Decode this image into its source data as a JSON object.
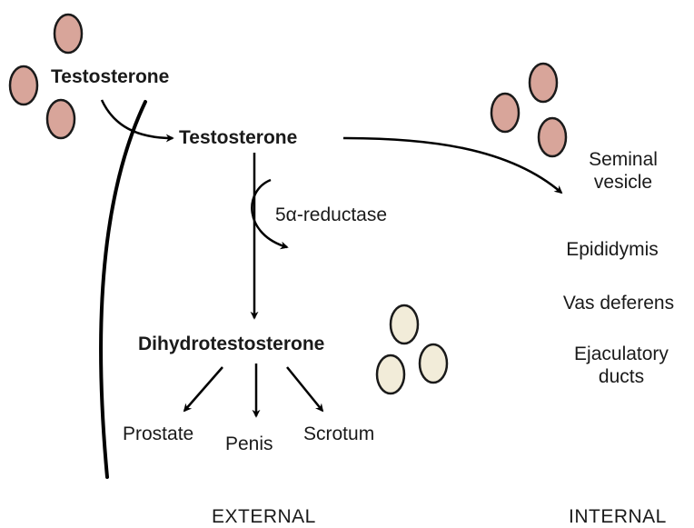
{
  "labels": {
    "testosterone_outside": "Testosterone",
    "testosterone_inside": "Testosterone",
    "enzyme": "5α-reductase",
    "dht": "Dihydrotestosterone",
    "external_targets": [
      "Prostate",
      "Penis",
      "Scrotum"
    ],
    "internal_targets": {
      "seminal_line1": "Seminal",
      "seminal_line2": "vesicle",
      "epididymis": "Epididymis",
      "vas_deferens": "Vas deferens",
      "ejaculatory_line1": "Ejaculatory",
      "ejaculatory_line2": "ducts"
    },
    "external_heading": "EXTERNAL",
    "internal_heading": "INTERNAL"
  },
  "colors": {
    "testosterone_molecule_fill": "#d8a59a",
    "dht_molecule_fill": "#f2ecd9",
    "molecule_stroke": "#1a1a1a",
    "line": "#000000",
    "text": "#1a1a1a",
    "background": "#ffffff"
  }
}
